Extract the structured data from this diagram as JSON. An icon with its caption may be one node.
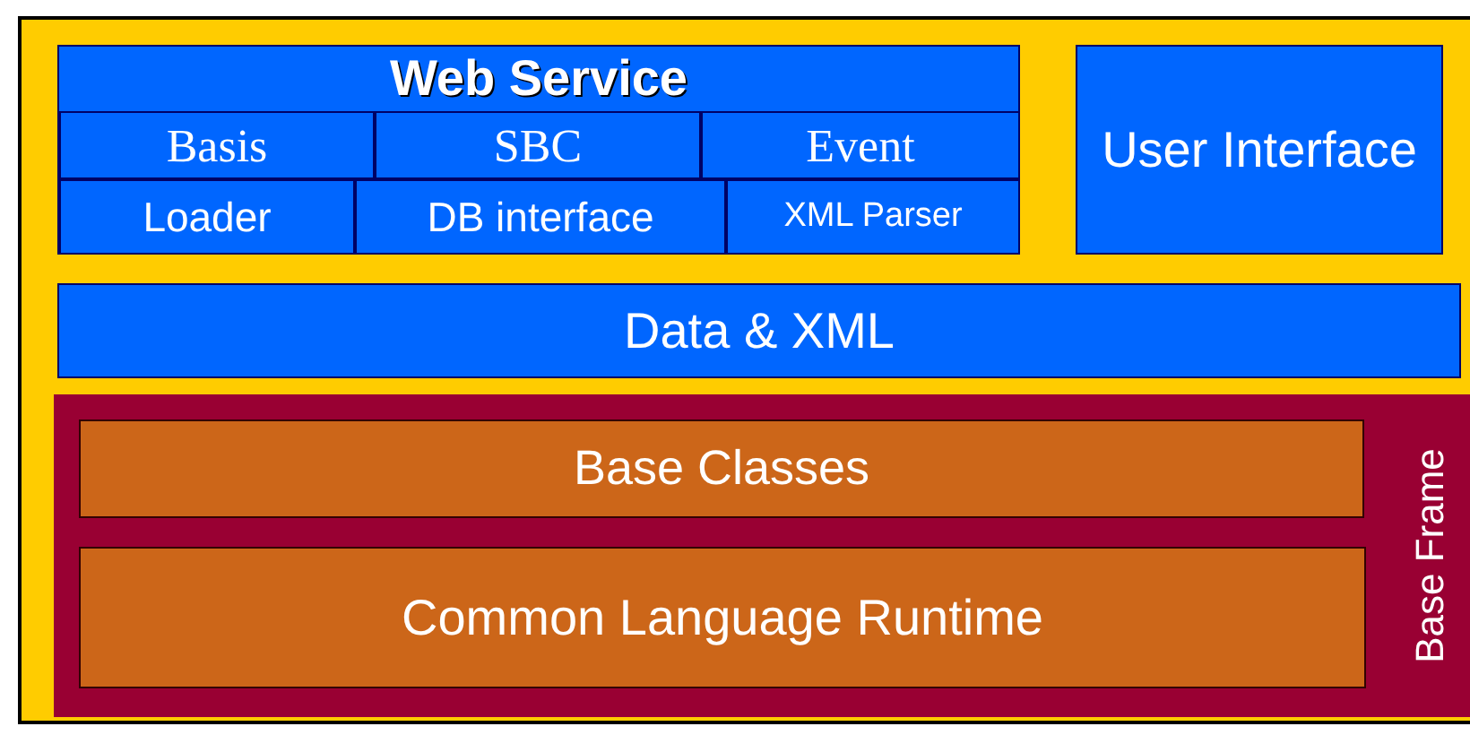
{
  "diagram": {
    "nodes": [
      {
        "text": [
          "Web Service"
        ]
      },
      {
        "text": [
          "Basis"
        ],
        "in": 0
      },
      {
        "text": [
          "SBC"
        ],
        "in": 0
      },
      {
        "text": [
          "Event"
        ],
        "in": 0
      },
      {
        "text": [
          "Loader"
        ],
        "in": 0
      },
      {
        "text": [
          "DB interface"
        ],
        "in": 0
      },
      {
        "text": [
          "XML Parser"
        ],
        "in": 0
      },
      {
        "text": [
          "User Interface"
        ]
      },
      {
        "text": [
          "Data & XML"
        ]
      },
      {
        "text": [
          "Base Frame"
        ]
      },
      {
        "text": [
          "Base Classes"
        ],
        "in": 9
      },
      {
        "text": [
          "Common Language Runtime"
        ],
        "in": 9
      }
    ]
  }
}
